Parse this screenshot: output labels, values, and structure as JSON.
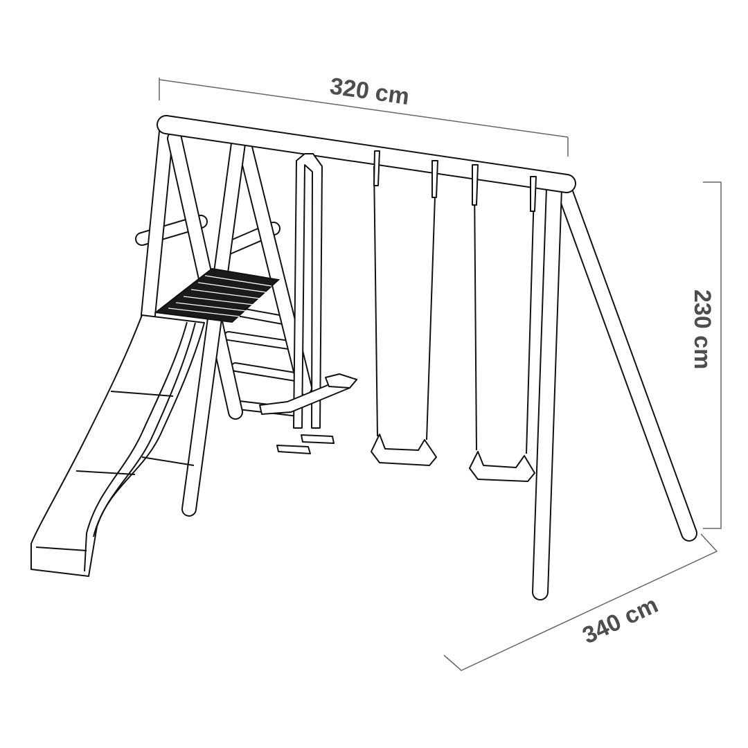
{
  "diagram": {
    "subject": "swing-set",
    "dimensions": {
      "width": "320 cm",
      "height": "230 cm",
      "depth": "340 cm"
    },
    "colors": {
      "line": "#111111",
      "dimension_text": "#4d4d4d",
      "dimension_line": "#666666",
      "platform": "#1a1a1a"
    }
  }
}
